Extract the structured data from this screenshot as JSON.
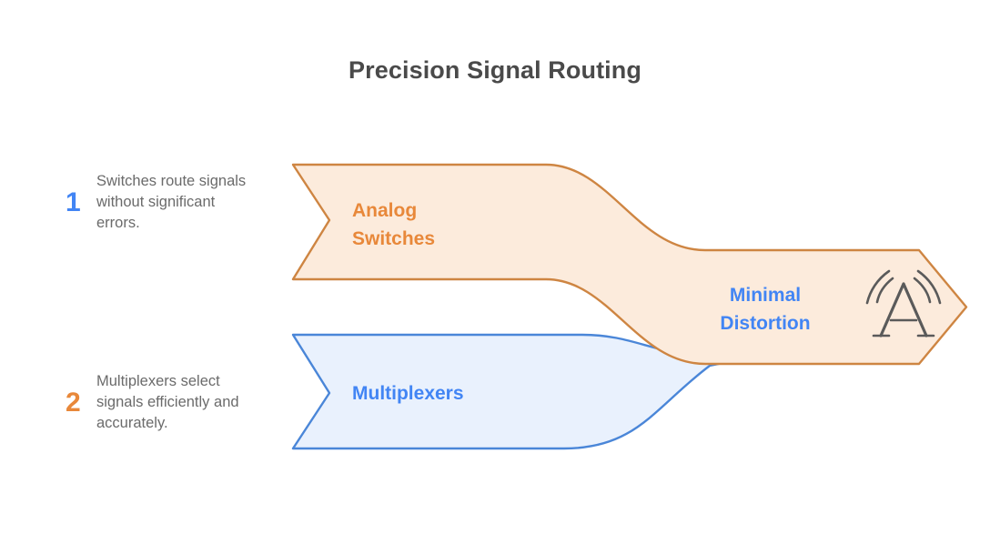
{
  "page": {
    "title": "Precision Signal Routing",
    "background": "#ffffff"
  },
  "colors": {
    "title_text": "#4a4a4a",
    "body_text": "#6b6b6b",
    "orange_accent": "#E8883A",
    "orange_stroke": "#CE8542",
    "orange_fill": "#FCEBDC",
    "blue_accent": "#4285F4",
    "blue_stroke": "#4A86D8",
    "blue_fill": "#E9F1FD",
    "icon_stroke": "#5a5a5a"
  },
  "legend": {
    "items": [
      {
        "number": "1",
        "number_color": "#4285F4",
        "text": "Switches route signals without significant errors."
      },
      {
        "number": "2",
        "number_color": "#E8883A",
        "text": "Multiplexers select signals efficiently and accurately."
      }
    ]
  },
  "flow": {
    "bands": [
      {
        "id": "analog-switches",
        "label_line1": "Analog",
        "label_line2": "Switches",
        "accent": "#E8883A",
        "fill": "#FCEBDC",
        "stroke": "#CE8542"
      },
      {
        "id": "multiplexers",
        "label_line1": "Multiplexers",
        "label_line2": "",
        "accent": "#4285F4",
        "fill": "#E9F1FD",
        "stroke": "#4A86D8"
      }
    ],
    "outcome": {
      "id": "minimal-distortion",
      "label_line1": "Minimal",
      "label_line2": "Distortion",
      "accent": "#4285F4",
      "fill": "#FCEBDC",
      "stroke": "#CE8542",
      "icon": "antenna-broadcast-icon"
    }
  }
}
